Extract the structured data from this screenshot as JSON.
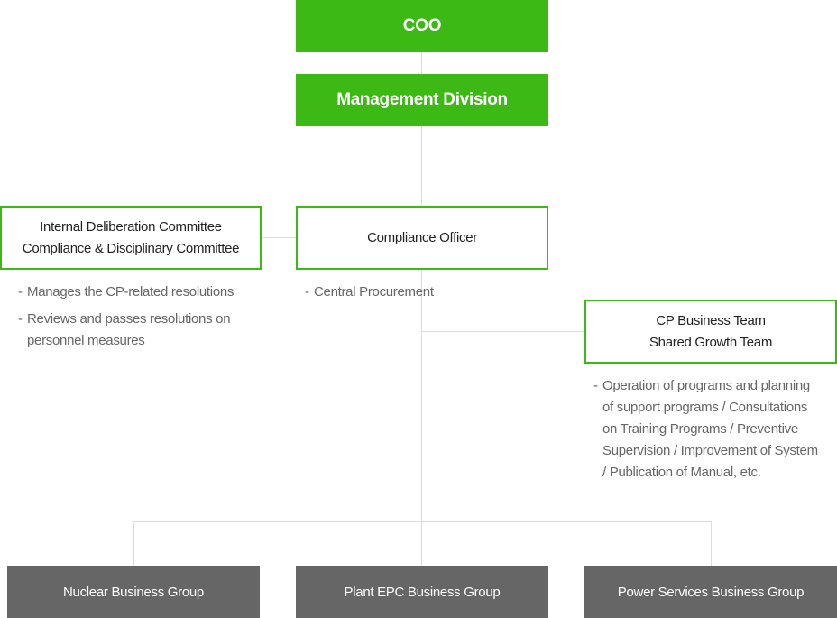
{
  "top": {
    "coo": "COO",
    "management_division": "Management Division"
  },
  "committee": {
    "line1": "Internal Deliberation Committee",
    "line2": "Compliance & Disciplinary Committee",
    "items": [
      "Manages the CP-related resolutions",
      "Reviews and passes resolutions on personnel measures"
    ]
  },
  "compliance_officer": {
    "label": "Compliance Officer",
    "items": [
      "Central Procurement"
    ]
  },
  "cp_team": {
    "line1": "CP Business Team",
    "line2": "Shared Growth Team",
    "items": [
      "Operation of programs and planning of support programs / Consultations on Training Programs / Preventive Supervision / Improvement of System / Publication of Manual, etc."
    ]
  },
  "groups": [
    {
      "label": "Nuclear Business Group"
    },
    {
      "label": "Plant EPC Business Group"
    },
    {
      "label": "Power Services Business Group"
    }
  ],
  "colors": {
    "accent_green": "#3cb914",
    "group_gray": "#666666",
    "connector": "#dddddd",
    "desc_text": "#666666"
  }
}
